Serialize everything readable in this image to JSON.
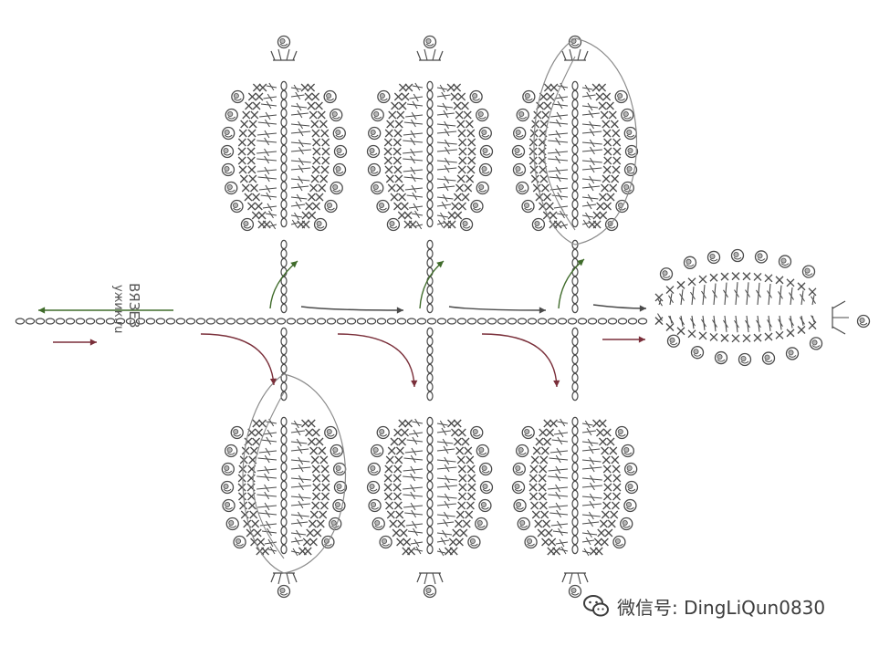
{
  "diagram": {
    "type": "crochet-chart",
    "subject": "branch with seven crochet leaves",
    "stitches": {
      "chain": "oval",
      "single_crochet": "X",
      "double_crochet": "T with cross-bar",
      "picot": "small circle of chains"
    },
    "directions": [
      "left",
      "right",
      "up",
      "down"
    ],
    "leaves": [
      {
        "position": "top-left",
        "outlined": false
      },
      {
        "position": "top-middle",
        "outlined": false
      },
      {
        "position": "top-right",
        "outlined": true
      },
      {
        "position": "right-tip",
        "outlined": false
      },
      {
        "position": "bottom-left",
        "outlined": true
      },
      {
        "position": "bottom-middle",
        "outlined": false
      },
      {
        "position": "bottom-right",
        "outlined": false
      }
    ]
  },
  "vertical_text": {
    "line1": "ВЯЗЕЗ",
    "line2": "ужик.ru"
  },
  "watermark": {
    "text": "微信号: DingLiQun0830",
    "icon": "wechat-icon"
  },
  "colors": {
    "ink": "#4a4a4a",
    "arrow": "#7a2f3a",
    "arrow_green": "#3f6b2a",
    "watermark": "#3c3c3c"
  }
}
